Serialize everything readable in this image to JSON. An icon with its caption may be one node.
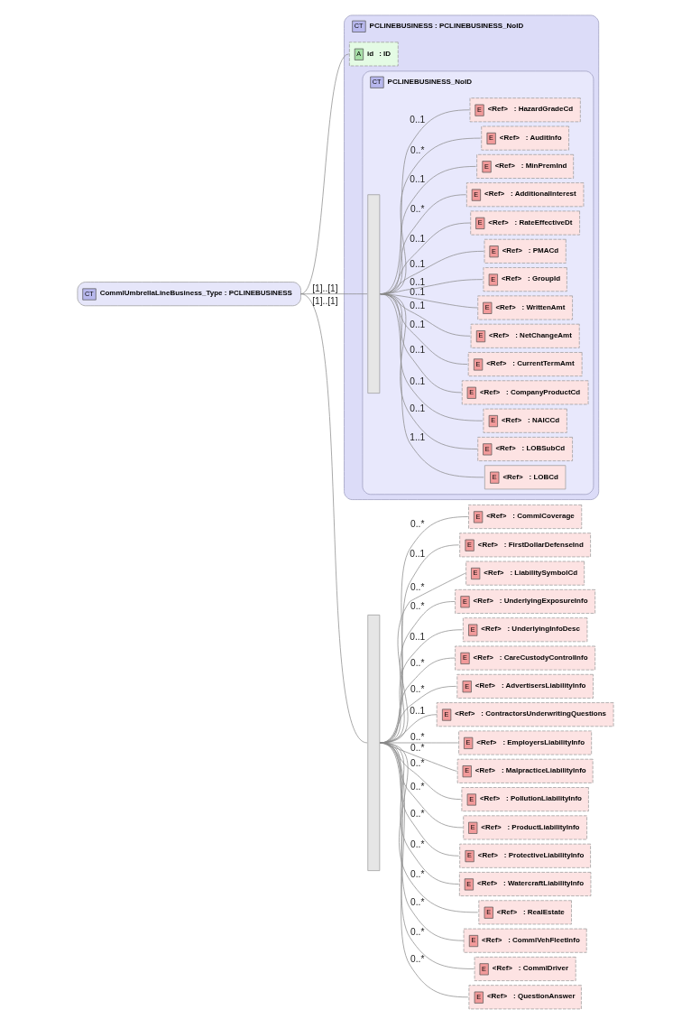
{
  "diagram": {
    "nodes": [
      {
        "text": [
          "CT",
          "CommlUmbrellaLineBusiness_Type : PCLINEBUSINESS"
        ]
      },
      {
        "text": [
          "CT",
          "PCLINEBUSINESS : PCLINEBUSINESS_NoID"
        ]
      },
      {
        "text": [
          "A",
          "id",
          ": ID"
        ],
        "in": 1
      },
      {
        "text": [
          "CT",
          "PCLINEBUSINESS_NoID"
        ],
        "in": 1
      },
      {
        "text": [],
        "shape": "bar",
        "in": 3
      },
      {
        "text": [
          "E",
          "<Ref>",
          ": LOBCd"
        ],
        "in": 3
      },
      {
        "text": [
          "E",
          "<Ref>",
          ": LOBSubCd"
        ],
        "in": 3
      },
      {
        "text": [
          "E",
          "<Ref>",
          ": NAICCd"
        ],
        "in": 3
      },
      {
        "text": [
          "E",
          "<Ref>",
          ": CompanyProductCd"
        ],
        "in": 3
      },
      {
        "text": [
          "E",
          "<Ref>",
          ": CurrentTermAmt"
        ],
        "in": 3
      },
      {
        "text": [
          "E",
          "<Ref>",
          ": NetChangeAmt"
        ],
        "in": 3
      },
      {
        "text": [
          "E",
          "<Ref>",
          ": WrittenAmt"
        ],
        "in": 3
      },
      {
        "text": [
          "E",
          "<Ref>",
          ": GroupId"
        ],
        "in": 3
      },
      {
        "text": [
          "E",
          "<Ref>",
          ": PMACd"
        ],
        "in": 3
      },
      {
        "text": [
          "E",
          "<Ref>",
          ": RateEffectiveDt"
        ],
        "in": 3
      },
      {
        "text": [
          "E",
          "<Ref>",
          ": AdditionalInterest"
        ],
        "in": 3
      },
      {
        "text": [
          "E",
          "<Ref>",
          ": MinPremInd"
        ],
        "in": 3
      },
      {
        "text": [
          "E",
          "<Ref>",
          ": AuditInfo"
        ],
        "in": 3
      },
      {
        "text": [
          "E",
          "<Ref>",
          ": HazardGradeCd"
        ],
        "in": 3
      },
      {
        "text": [],
        "shape": "bar"
      },
      {
        "text": [
          "E",
          "<Ref>",
          ": CommlCoverage"
        ]
      },
      {
        "text": [
          "E",
          "<Ref>",
          ": FirstDollarDefenseInd"
        ]
      },
      {
        "text": [
          "E",
          "<Ref>",
          ": LiabilitySymbolCd"
        ]
      },
      {
        "text": [
          "E",
          "<Ref>",
          ": UnderlyingExposureInfo"
        ]
      },
      {
        "text": [
          "E",
          "<Ref>",
          ": UnderlyingInfoDesc"
        ]
      },
      {
        "text": [
          "E",
          "<Ref>",
          ": CareCustodyControlInfo"
        ]
      },
      {
        "text": [
          "E",
          "<Ref>",
          ": AdvertisersLiabilityInfo"
        ]
      },
      {
        "text": [
          "E",
          "<Ref>",
          ": ContractorsUnderwritingQuestions"
        ]
      },
      {
        "text": [
          "E",
          "<Ref>",
          ": EmployersLiabilityInfo"
        ]
      },
      {
        "text": [
          "E",
          "<Ref>",
          ": MalpracticeLiabilityInfo"
        ]
      },
      {
        "text": [
          "E",
          "<Ref>",
          ": PollutionLiabilityInfo"
        ]
      },
      {
        "text": [
          "E",
          "<Ref>",
          ": ProductLiabilityInfo"
        ]
      },
      {
        "text": [
          "E",
          "<Ref>",
          ": ProtectiveLiabilityInfo"
        ]
      },
      {
        "text": [
          "E",
          "<Ref>",
          ": WatercraftLiabilityInfo"
        ]
      },
      {
        "text": [
          "E",
          "<Ref>",
          ": RealEstate"
        ]
      },
      {
        "text": [
          "E",
          "<Ref>",
          ": CommlVehFleetInfo"
        ]
      },
      {
        "text": [
          "E",
          "<Ref>",
          ": CommlDriver"
        ]
      },
      {
        "text": [
          "E",
          "<Ref>",
          ": QuestionAnswer"
        ]
      }
    ],
    "edges": [
      {
        "from": 0,
        "to": 2,
        "arrow": "none"
      },
      {
        "from": 0,
        "to": 4,
        "arrow": "none",
        "label": "[1]..[1]"
      },
      {
        "from": 0,
        "to": 19,
        "arrow": "none",
        "label": "[1]..[1]"
      },
      {
        "from": 4,
        "to": 5,
        "arrow": "none",
        "label": "1..1"
      },
      {
        "from": 4,
        "to": 6,
        "arrow": "none",
        "label": "0..1"
      },
      {
        "from": 4,
        "to": 7,
        "arrow": "none",
        "label": "0..1"
      },
      {
        "from": 4,
        "to": 8,
        "arrow": "none",
        "label": "0..1"
      },
      {
        "from": 4,
        "to": 9,
        "arrow": "none",
        "label": "0..1"
      },
      {
        "from": 4,
        "to": 10,
        "arrow": "none",
        "label": "0..1"
      },
      {
        "from": 4,
        "to": 11,
        "arrow": "none",
        "label": "0..1"
      },
      {
        "from": 4,
        "to": 12,
        "arrow": "none",
        "label": "0..1"
      },
      {
        "from": 4,
        "to": 13,
        "arrow": "none",
        "label": "0..1"
      },
      {
        "from": 4,
        "to": 14,
        "arrow": "none",
        "label": "0..1"
      },
      {
        "from": 4,
        "to": 15,
        "arrow": "none",
        "label": "0..*"
      },
      {
        "from": 4,
        "to": 16,
        "arrow": "none",
        "label": "0..1"
      },
      {
        "from": 4,
        "to": 17,
        "arrow": "none",
        "label": "0..*"
      },
      {
        "from": 4,
        "to": 18,
        "arrow": "none",
        "label": "0..1"
      },
      {
        "from": 19,
        "to": 20,
        "arrow": "none",
        "label": "0..*"
      },
      {
        "from": 19,
        "to": 21,
        "arrow": "none",
        "label": "0..1"
      },
      {
        "from": 19,
        "to": 22,
        "arrow": "none",
        "label": "0..*"
      },
      {
        "from": 19,
        "to": 23,
        "arrow": "none",
        "label": "0..*"
      },
      {
        "from": 19,
        "to": 24,
        "arrow": "none",
        "label": "0..1"
      },
      {
        "from": 19,
        "to": 25,
        "arrow": "none",
        "label": "0..*"
      },
      {
        "from": 19,
        "to": 26,
        "arrow": "none",
        "label": "0..*"
      },
      {
        "from": 19,
        "to": 27,
        "arrow": "none",
        "label": "0..1"
      },
      {
        "from": 19,
        "to": 28,
        "arrow": "none",
        "label": "0..*"
      },
      {
        "from": 19,
        "to": 29,
        "arrow": "none",
        "label": "0..*"
      },
      {
        "from": 19,
        "to": 30,
        "arrow": "none",
        "label": "0..*"
      },
      {
        "from": 19,
        "to": 31,
        "arrow": "none",
        "label": "0..*"
      },
      {
        "from": 19,
        "to": 32,
        "arrow": "none",
        "label": "0..*"
      },
      {
        "from": 19,
        "to": 33,
        "arrow": "none",
        "label": "0..*"
      },
      {
        "from": 19,
        "to": 34,
        "arrow": "none",
        "label": "0..*"
      },
      {
        "from": 19,
        "to": 35,
        "arrow": "none",
        "label": "0..*"
      },
      {
        "from": 19,
        "to": 36,
        "arrow": "none",
        "label": "0..*"
      },
      {
        "from": 19,
        "to": 37,
        "arrow": "none",
        "label": "0..*"
      }
    ]
  }
}
